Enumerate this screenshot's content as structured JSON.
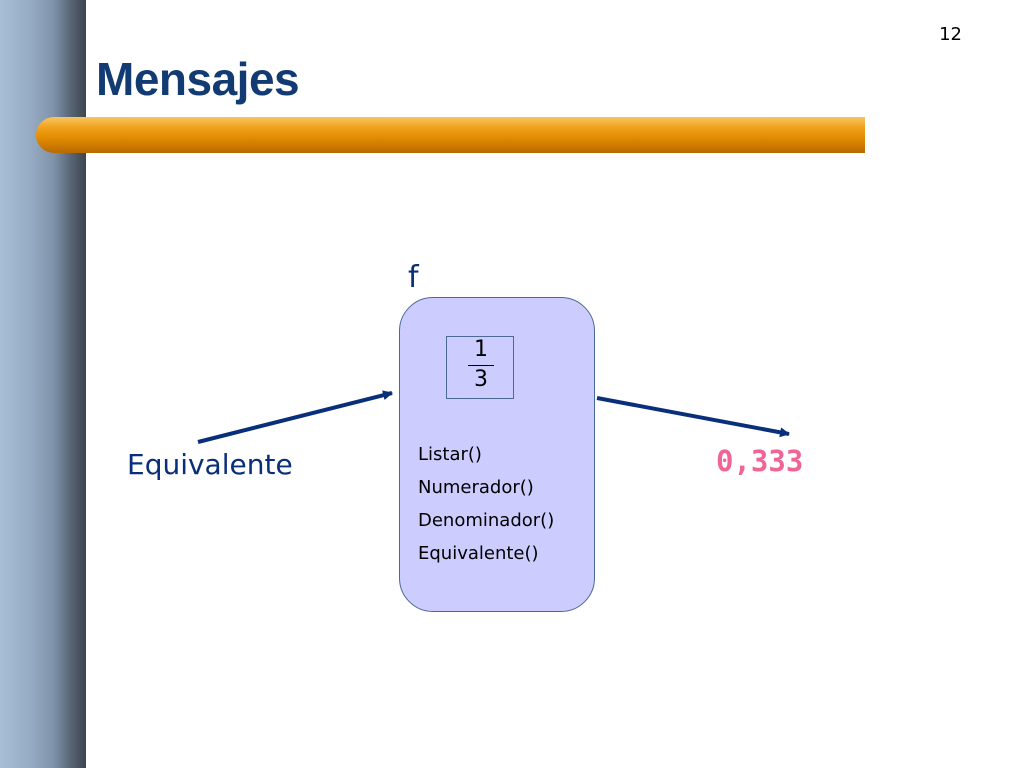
{
  "slide": {
    "page_number": "12",
    "title": "Mensajes"
  },
  "object": {
    "name": "f",
    "fraction": {
      "numerator": "1",
      "denominator": "3"
    },
    "methods": [
      "Listar()",
      "Numerador()",
      "Denominador()",
      "Equivalente()"
    ]
  },
  "message": {
    "label": "Equivalente",
    "result": "0,333"
  },
  "colors": {
    "title": "#123a73",
    "arrow": "#0a2f7a",
    "object_fill": "#ccccff",
    "result": "#f06496",
    "underline_accent": "#f0a21a"
  }
}
